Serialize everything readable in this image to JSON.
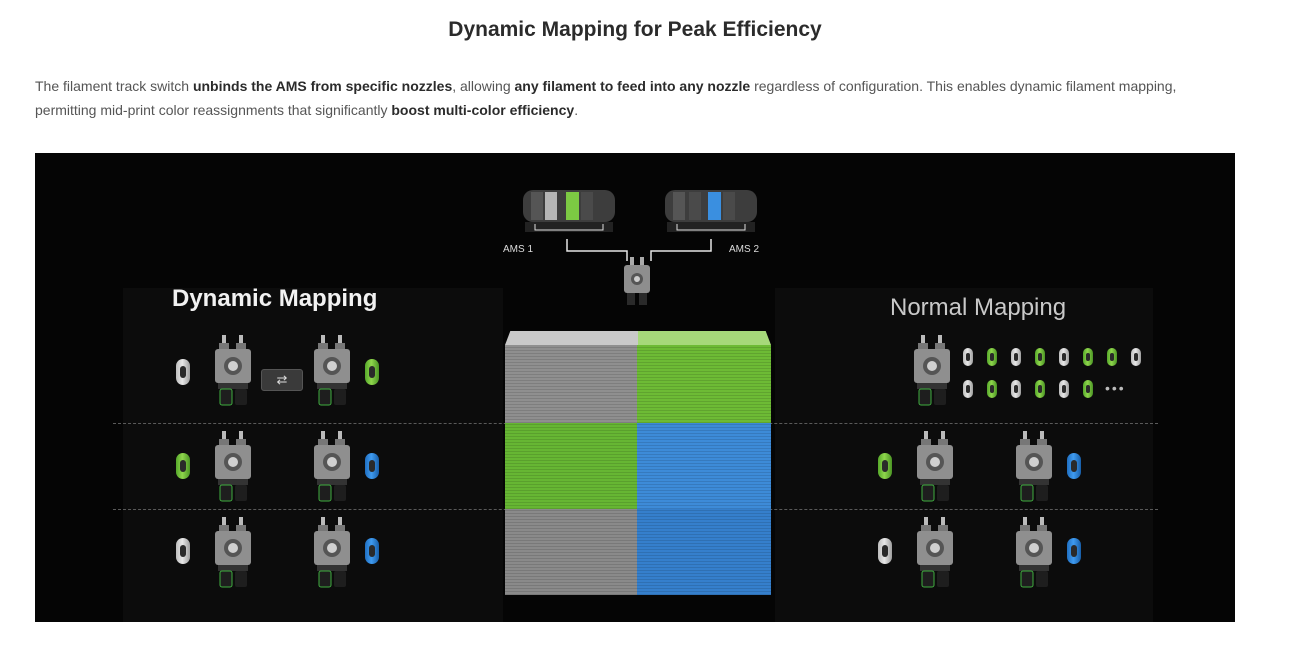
{
  "section": {
    "title": "Dynamic Mapping for Peak Efficiency",
    "description": {
      "part1": "The filament track switch ",
      "bold1": "unbinds the AMS from specific nozzles",
      "part2": ", allowing ",
      "bold2": "any filament to feed into any nozzle",
      "part3": " regardless of configuration. This enables dynamic filament mapping, permitting mid-print color reassignments that significantly ",
      "bold3": "boost multi-color efficiency",
      "part4": "."
    }
  },
  "illustration": {
    "ams1_label": "AMS 1",
    "ams2_label": "AMS 2",
    "left_heading": "Dynamic Mapping",
    "right_heading": "Normal Mapping",
    "switch_icon": "swap-arrows-icon",
    "ellipsis": "•••",
    "colors": {
      "gray": "#bdbdbd",
      "green": "#7cc943",
      "blue": "#3a8fe0",
      "background": "#050505"
    }
  }
}
